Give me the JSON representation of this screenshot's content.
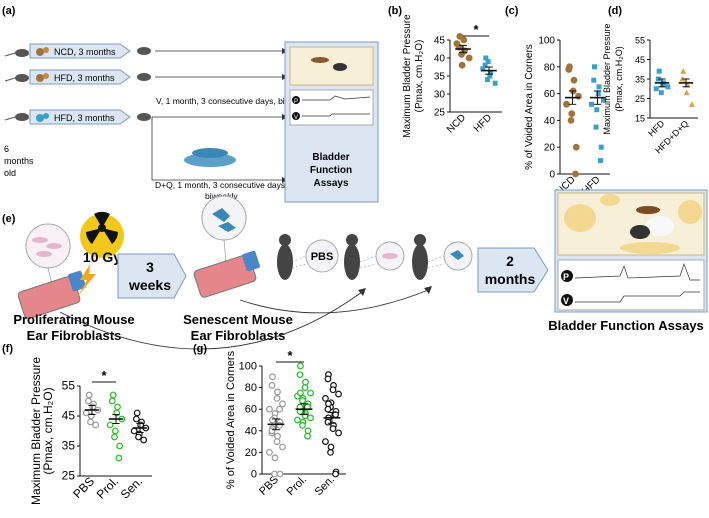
{
  "panels": {
    "a": "(a)",
    "b": "(b)",
    "c": "(c)",
    "d": "(d)",
    "e": "(e)",
    "f": "(f)",
    "g": "(g)"
  },
  "panel_a": {
    "ncd_label": "NCD, 3 months",
    "hfd_label": "HFD, 3 months",
    "hfd2_label": "HFD, 3 months",
    "v_text": "V, 1 month, 3 consecutive days, biweekly",
    "dq_text_1": "D+Q, 1 month, 3 consecutive days,",
    "dq_text_2": "biweekly",
    "age_1": "6",
    "age_2": "months",
    "age_3": "old",
    "assay_1": "Bladder",
    "assay_2": "Function",
    "assay_3": "Assays",
    "trace_p": "P",
    "trace_v": "V"
  },
  "panel_e": {
    "dose_1": "10 Gy",
    "weeks_1": "3",
    "weeks_2": "weeks",
    "pbs": "PBS",
    "months_1": "2",
    "months_2": "months",
    "prolif_1": "Proliferating Mouse",
    "prolif_2": "Ear Fibroblasts",
    "senes_1": "Senescent Mouse",
    "senes_2": "Ear Fibroblasts",
    "assays": "Bladder Function Assays",
    "trace_p": "P",
    "trace_v": "V"
  },
  "colors": {
    "ncd": "#a0743a",
    "hfd": "#3aa0c8",
    "dq": "#e0a040",
    "pbs": "#999999",
    "prol": "#22bb22",
    "sen": "#111111",
    "blue_box": "#dbe6f2"
  },
  "chart_data": [
    {
      "id": "b",
      "type": "scatter",
      "ylabel": "Maximum Bladder Pressure",
      "ylabel2": "(Pmax, cm.H₂O)",
      "categories": [
        "NCD",
        "HFD"
      ],
      "ylim": [
        25,
        45
      ],
      "yticks": [
        25,
        30,
        35,
        40,
        45
      ],
      "series": [
        {
          "name": "NCD",
          "values": [
            46,
            43,
            42,
            45,
            40,
            44,
            38,
            41
          ]
        },
        {
          "name": "HFD",
          "values": [
            40,
            38,
            36,
            35,
            33,
            37,
            39,
            34
          ]
        }
      ],
      "means": [
        42.5,
        36.5
      ],
      "sig": "*"
    },
    {
      "id": "c",
      "type": "scatter",
      "ylabel": "% of Voided Area in Corners",
      "categories": [
        "NCD",
        "HFD"
      ],
      "ylim": [
        0,
        100
      ],
      "yticks": [
        0,
        20,
        40,
        60,
        80,
        100
      ],
      "series": [
        {
          "name": "NCD",
          "values": [
            80,
            78,
            70,
            62,
            58,
            52,
            45,
            40,
            20,
            0
          ]
        },
        {
          "name": "HFD",
          "values": [
            80,
            70,
            65,
            60,
            55,
            52,
            48,
            35,
            20,
            10
          ]
        }
      ],
      "means": [
        57,
        57
      ]
    },
    {
      "id": "d",
      "type": "scatter",
      "ylabel": "Maximum Bladder Pressure",
      "ylabel2": "(Pmax, cm.H₂O)",
      "categories": [
        "HFD",
        "HFD+D+Q"
      ],
      "ylim": [
        15,
        55
      ],
      "yticks": [
        15,
        25,
        35,
        45,
        55
      ],
      "series": [
        {
          "name": "HFD",
          "values": [
            39,
            35,
            33,
            32,
            31,
            30,
            28
          ]
        },
        {
          "name": "HFD+D+Q",
          "values": [
            39,
            35,
            32,
            28,
            22
          ]
        }
      ],
      "means": [
        33,
        33
      ]
    },
    {
      "id": "f",
      "type": "scatter",
      "ylabel": "Maximum Bladder Pressure",
      "ylabel2": "(Pmax, cm.H₂O)",
      "categories": [
        "PBS",
        "Prol.",
        "Sen."
      ],
      "ylim": [
        25,
        55
      ],
      "yticks": [
        25,
        35,
        45,
        55
      ],
      "series": [
        {
          "name": "PBS",
          "values": [
            52,
            50,
            49,
            48,
            47,
            46,
            45,
            43,
            42
          ]
        },
        {
          "name": "Prol.",
          "values": [
            52,
            50,
            48,
            46,
            44,
            42,
            40,
            38,
            35,
            31
          ]
        },
        {
          "name": "Sen.",
          "values": [
            46,
            44,
            43,
            42,
            41,
            40,
            39,
            38,
            37
          ]
        }
      ],
      "means": [
        47,
        44,
        41
      ],
      "sig": "*"
    },
    {
      "id": "g",
      "type": "scatter",
      "ylabel": "% of Voided Area in Corners",
      "categories": [
        "PBS",
        "Prol.",
        "Sen."
      ],
      "ylim": [
        0,
        100
      ],
      "yticks": [
        0,
        20,
        40,
        60,
        80,
        100
      ],
      "series": [
        {
          "name": "PBS",
          "values": [
            90,
            82,
            76,
            70,
            65,
            60,
            56,
            52,
            48,
            45,
            42,
            38,
            35,
            30,
            25,
            20,
            15,
            0,
            0,
            60,
            50,
            40
          ]
        },
        {
          "name": "Prol.",
          "values": [
            100,
            92,
            85,
            80,
            75,
            72,
            70,
            68,
            65,
            62,
            60,
            58,
            56,
            54,
            52,
            50,
            48,
            45,
            40,
            35,
            75,
            62
          ]
        },
        {
          "name": "Sen.",
          "values": [
            92,
            88,
            82,
            78,
            74,
            70,
            66,
            62,
            58,
            55,
            52,
            48,
            45,
            42,
            38,
            30,
            25,
            20,
            2,
            0,
            65,
            60
          ]
        }
      ],
      "means": [
        46,
        60,
        52
      ],
      "sig": "*"
    }
  ]
}
